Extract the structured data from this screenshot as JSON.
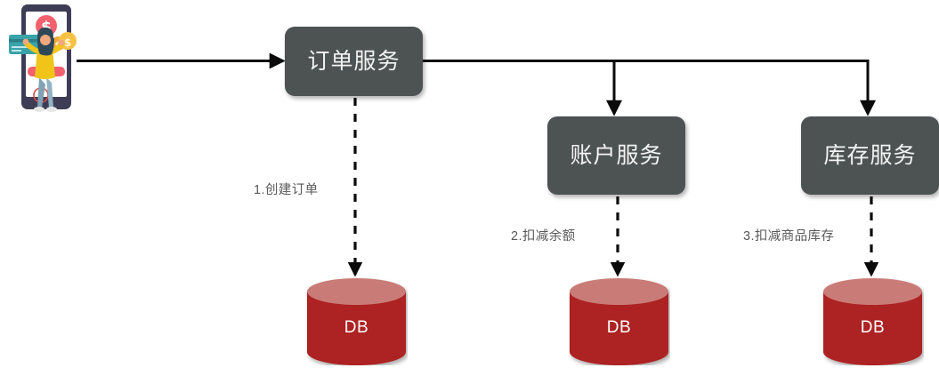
{
  "diagram": {
    "title": "",
    "colors": {
      "service_box_fill": "#4d5352",
      "service_text": "#f2f4f3",
      "db_body": "#ad2420",
      "db_top": "#c97b77",
      "edge_line": "#000000",
      "label_text": "#595959",
      "background": "#ffffff"
    },
    "actor": {
      "name": "user-illustration",
      "description": "mobile-payment-illustration"
    },
    "services": [
      {
        "id": "order",
        "label": "订单服务"
      },
      {
        "id": "account",
        "label": "账户服务"
      },
      {
        "id": "stock",
        "label": "库存服务"
      }
    ],
    "databases": [
      {
        "id": "db-order",
        "label": "DB"
      },
      {
        "id": "db-account",
        "label": "DB"
      },
      {
        "id": "db-stock",
        "label": "DB"
      }
    ],
    "edges": [
      {
        "id": "edge-user-order",
        "label": "",
        "style": "solid"
      },
      {
        "id": "edge-order-account",
        "label": "",
        "style": "solid"
      },
      {
        "id": "edge-order-stock",
        "label": "",
        "style": "solid"
      },
      {
        "id": "edge-order-db",
        "label": "1.创建订单",
        "style": "dashed"
      },
      {
        "id": "edge-account-db",
        "label": "2.扣减余额",
        "style": "dashed"
      },
      {
        "id": "edge-stock-db",
        "label": "3.扣减商品库存",
        "style": "dashed"
      }
    ]
  }
}
